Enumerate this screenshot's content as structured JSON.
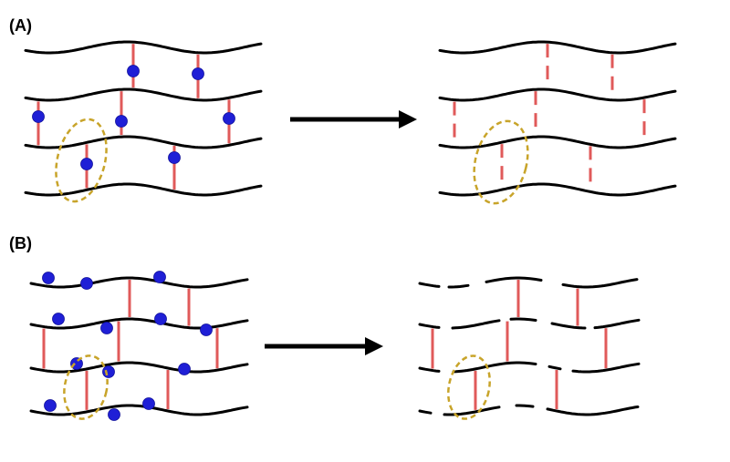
{
  "panels": [
    {
      "id": "A",
      "label": "(A)"
    },
    {
      "id": "B",
      "label": "(B)"
    }
  ],
  "colors": {
    "chain": "#000000",
    "crosslink": "#e05a5a",
    "bead": "#1f1fd6",
    "highlight": "#c8a42a",
    "arrow": "#000000"
  },
  "icons": {
    "arrow": "right-arrow-icon",
    "bead": "blue-dot-icon",
    "highlight": "dashed-ellipse"
  }
}
